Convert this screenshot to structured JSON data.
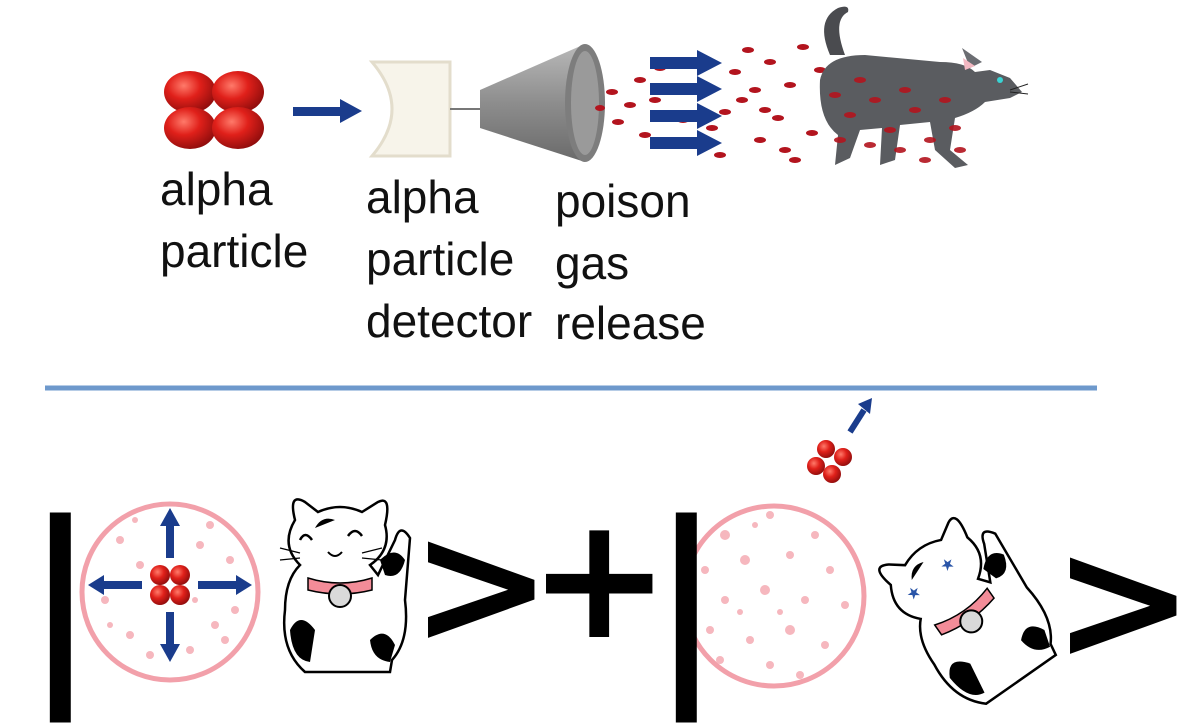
{
  "top_labels": {
    "alpha": "alpha",
    "particle": "particle",
    "det_alpha": "alpha",
    "det_particle": "particle",
    "det_detector": "detector",
    "gas_poison": "poison",
    "gas_gas": "gas",
    "gas_release": "release"
  },
  "ket": {
    "bar1": "|",
    "close1": ">",
    "plus": "+",
    "bar2": "|",
    "close2": ">"
  },
  "colors": {
    "particle_red": "#d81b1b",
    "arrow_blue": "#1a3c8c",
    "divider_blue": "#6e99cc",
    "nucleus_pink": "#f2a0aa",
    "gas_red": "#b3141e",
    "cat_gray": "#5a5c60",
    "collar_pink": "#f38c98"
  }
}
